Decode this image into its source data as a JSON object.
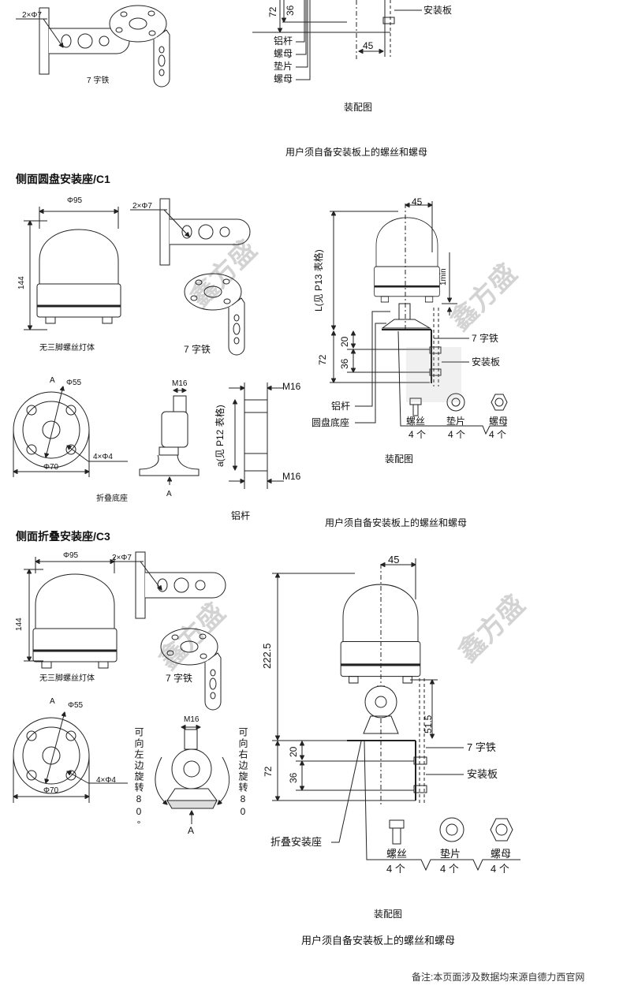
{
  "watermark": {
    "logo_text": "XFS.COM 鑫方盛"
  },
  "top_section": {
    "bracket_hole": "2×Φ7",
    "bracket_caption": "7 字铁",
    "dim_72": "72",
    "dim_36": "36",
    "mount_plate": "安装板",
    "rod": "铝杆",
    "nut1": "螺母",
    "washer": "垫片",
    "nut2": "螺母",
    "dim_45": "45",
    "assembly_caption": "装配图",
    "note": "用户须自备安装板上的螺丝和螺母"
  },
  "c1": {
    "title": "侧面圆盘安装座/C1",
    "lamp_width": "Φ95",
    "lamp_height": "144",
    "lamp_caption": "无三脚螺丝灯体",
    "bracket_hole": "2×Φ7",
    "bracket_caption": "7 字铁",
    "base_a": "A",
    "base_phi55": "Φ55",
    "base_holes": "4×Φ4",
    "base_phi70": "Φ70",
    "base_caption": "折叠底座",
    "side_m16": "M16",
    "side_a": "A",
    "rod_m16_top": "M16",
    "rod_length": "a(见 P12 表格)",
    "rod_m16_bottom": "M16",
    "rod_caption": "铝杆",
    "asm_45": "45",
    "asm_L": "L(见 P13 表格)",
    "asm_1min": "1min",
    "asm_20": "20",
    "asm_72": "72",
    "asm_36": "36",
    "asm_bracket": "7 字铁",
    "asm_plate": "安装板",
    "asm_rod": "铝杆",
    "asm_base": "圆盘底座",
    "parts": [
      {
        "name": "螺丝",
        "qty": "4 个"
      },
      {
        "name": "垫片",
        "qty": "4 个"
      },
      {
        "name": "螺母",
        "qty": "4 个"
      }
    ],
    "assembly_caption": "装配图",
    "note": "用户须自备安装板上的螺丝和螺母"
  },
  "c3": {
    "title": "侧面折叠安装座/C3",
    "lamp_width": "Φ95",
    "lamp_height": "144",
    "lamp_caption": "无三脚螺丝灯体",
    "bracket_hole": "2×Φ7",
    "bracket_caption": "7 字铁",
    "base_a": "A",
    "base_phi55": "Φ55",
    "base_holes": "4×Φ4",
    "base_phi70": "Φ70",
    "side_m16": "M16",
    "rotate_left": "可向左边旋转80°",
    "rotate_right": "可向右边旋转80",
    "side_a": "A",
    "asm_45": "45",
    "asm_222": "222.5",
    "asm_51": "51.5",
    "asm_20": "20",
    "asm_72": "72",
    "asm_36": "36",
    "asm_bracket": "7 字铁",
    "asm_plate": "安装板",
    "asm_base": "折叠安装座",
    "parts": [
      {
        "name": "螺丝",
        "qty": "4 个"
      },
      {
        "name": "垫片",
        "qty": "4 个"
      },
      {
        "name": "螺母",
        "qty": "4 个"
      }
    ],
    "assembly_caption": "装配图",
    "note": "用户须自备安装板上的螺丝和螺母"
  },
  "footer": {
    "note": "备注:本页面涉及数据均来源自德力西官网"
  }
}
